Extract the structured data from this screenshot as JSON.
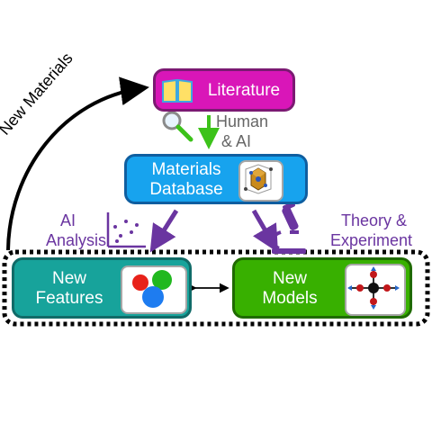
{
  "nodes": {
    "literature": {
      "label": "Literature",
      "icon": "book-icon",
      "color": "#d916b8"
    },
    "database": {
      "line1": "Materials",
      "line2": "Database",
      "icon": "crystal-structure-icon",
      "color": "#17a3ee"
    },
    "features": {
      "line1": "New",
      "line2": "Features",
      "icon": "colored-circles-icon",
      "color": "#17a39b"
    },
    "models": {
      "line1": "New",
      "line2": "Models",
      "icon": "molecule-model-icon",
      "color": "#38b000"
    }
  },
  "edges": {
    "new_materials": "New Materials",
    "human_ai": {
      "line1": "Human",
      "line2": "& AI"
    },
    "ai_analysis": {
      "line1": "AI",
      "line2": "Analysis"
    },
    "theory_experiment": {
      "line1": "Theory &",
      "line2": "Experiment"
    }
  },
  "colors": {
    "purple": "#6a35a0",
    "green_arrow": "#3cc21a",
    "black": "#000000"
  }
}
